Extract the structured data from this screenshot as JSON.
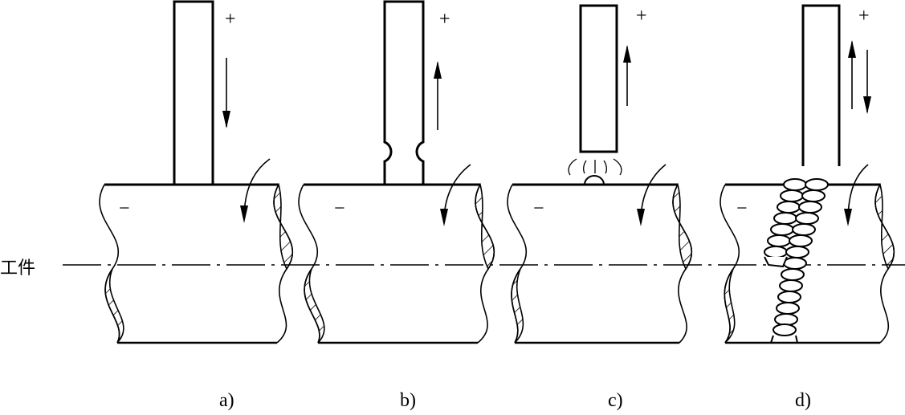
{
  "workpiece_label": "工件",
  "panels": [
    {
      "id": "a",
      "caption": "a)",
      "electrode_sign": "+",
      "workpiece_sign": "−"
    },
    {
      "id": "b",
      "caption": "b)",
      "electrode_sign": "+",
      "workpiece_sign": "−"
    },
    {
      "id": "c",
      "caption": "c)",
      "electrode_sign": "+",
      "workpiece_sign": "−"
    },
    {
      "id": "d",
      "caption": "d)",
      "electrode_sign": "+",
      "workpiece_sign": "−"
    }
  ]
}
